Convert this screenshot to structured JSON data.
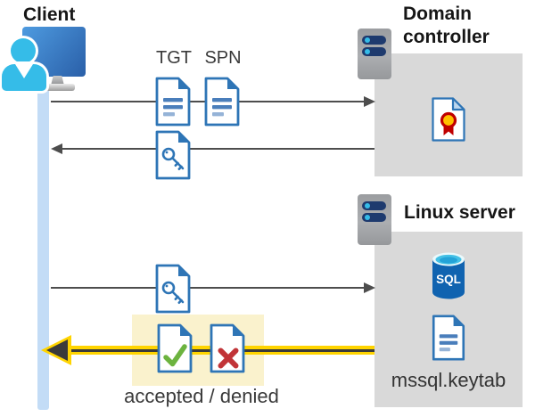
{
  "client": {
    "label": "Client"
  },
  "domain_controller": {
    "label": "Domain controller"
  },
  "linux_server": {
    "label": "Linux server",
    "sql_label": "SQL",
    "keytab_label": "mssql.keytab"
  },
  "flow": {
    "tgt_label": "TGT",
    "spn_label": "SPN",
    "result_label": "accepted / denied"
  },
  "icons": {
    "client": "user-workstation-icon",
    "domain_controller": "server-icon",
    "linux_server": "server-icon",
    "tgt": "document-icon",
    "spn": "document-icon",
    "ticket_from_dc": "key-document-icon",
    "ticket_to_linux": "key-document-icon",
    "certificate": "certificate-document-icon",
    "sql": "sql-database-icon",
    "keytab_file": "document-icon",
    "accepted": "check-document-icon",
    "denied": "x-document-icon"
  },
  "colors": {
    "doc_blue": "#2E75B6",
    "doc_line_blue": "#4A7EBB",
    "doc_line_light": "#95B3D7",
    "accent_cyan": "#35BCE8",
    "navy": "#1E3A6E",
    "gray_box": "#D9D9D9",
    "timeline_blue": "#C3DCF6",
    "arrow_gray": "#4D4D4D",
    "yellow": "#FFD400",
    "highlight_yellow": "#FAF2CD",
    "green_check": "#6CB33F",
    "red_x": "#C13438",
    "seal_yellow": "#FFC000",
    "seal_red": "#C00000",
    "sql_blue": "#1063B0"
  }
}
